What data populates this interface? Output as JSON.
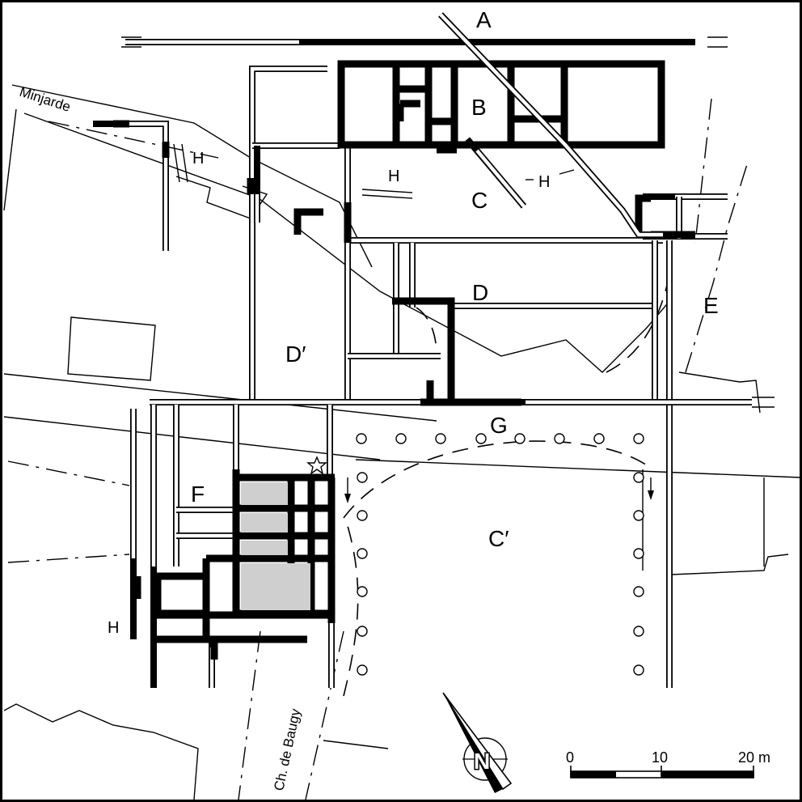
{
  "labels": {
    "a": "A",
    "b": "B",
    "c": "C",
    "c_prime": "C′",
    "d": "D",
    "d_prime": "D′",
    "e": "E",
    "f": "F",
    "g": "G",
    "h": "H"
  },
  "streets": {
    "minjarde": "Minjarde",
    "baugy": "Ch. de Baugy"
  },
  "scale_bar": {
    "ticks": [
      "0",
      "10",
      "20 m"
    ]
  },
  "north_arrow": {
    "letter": "N",
    "icon": "north-arrow-icon"
  }
}
